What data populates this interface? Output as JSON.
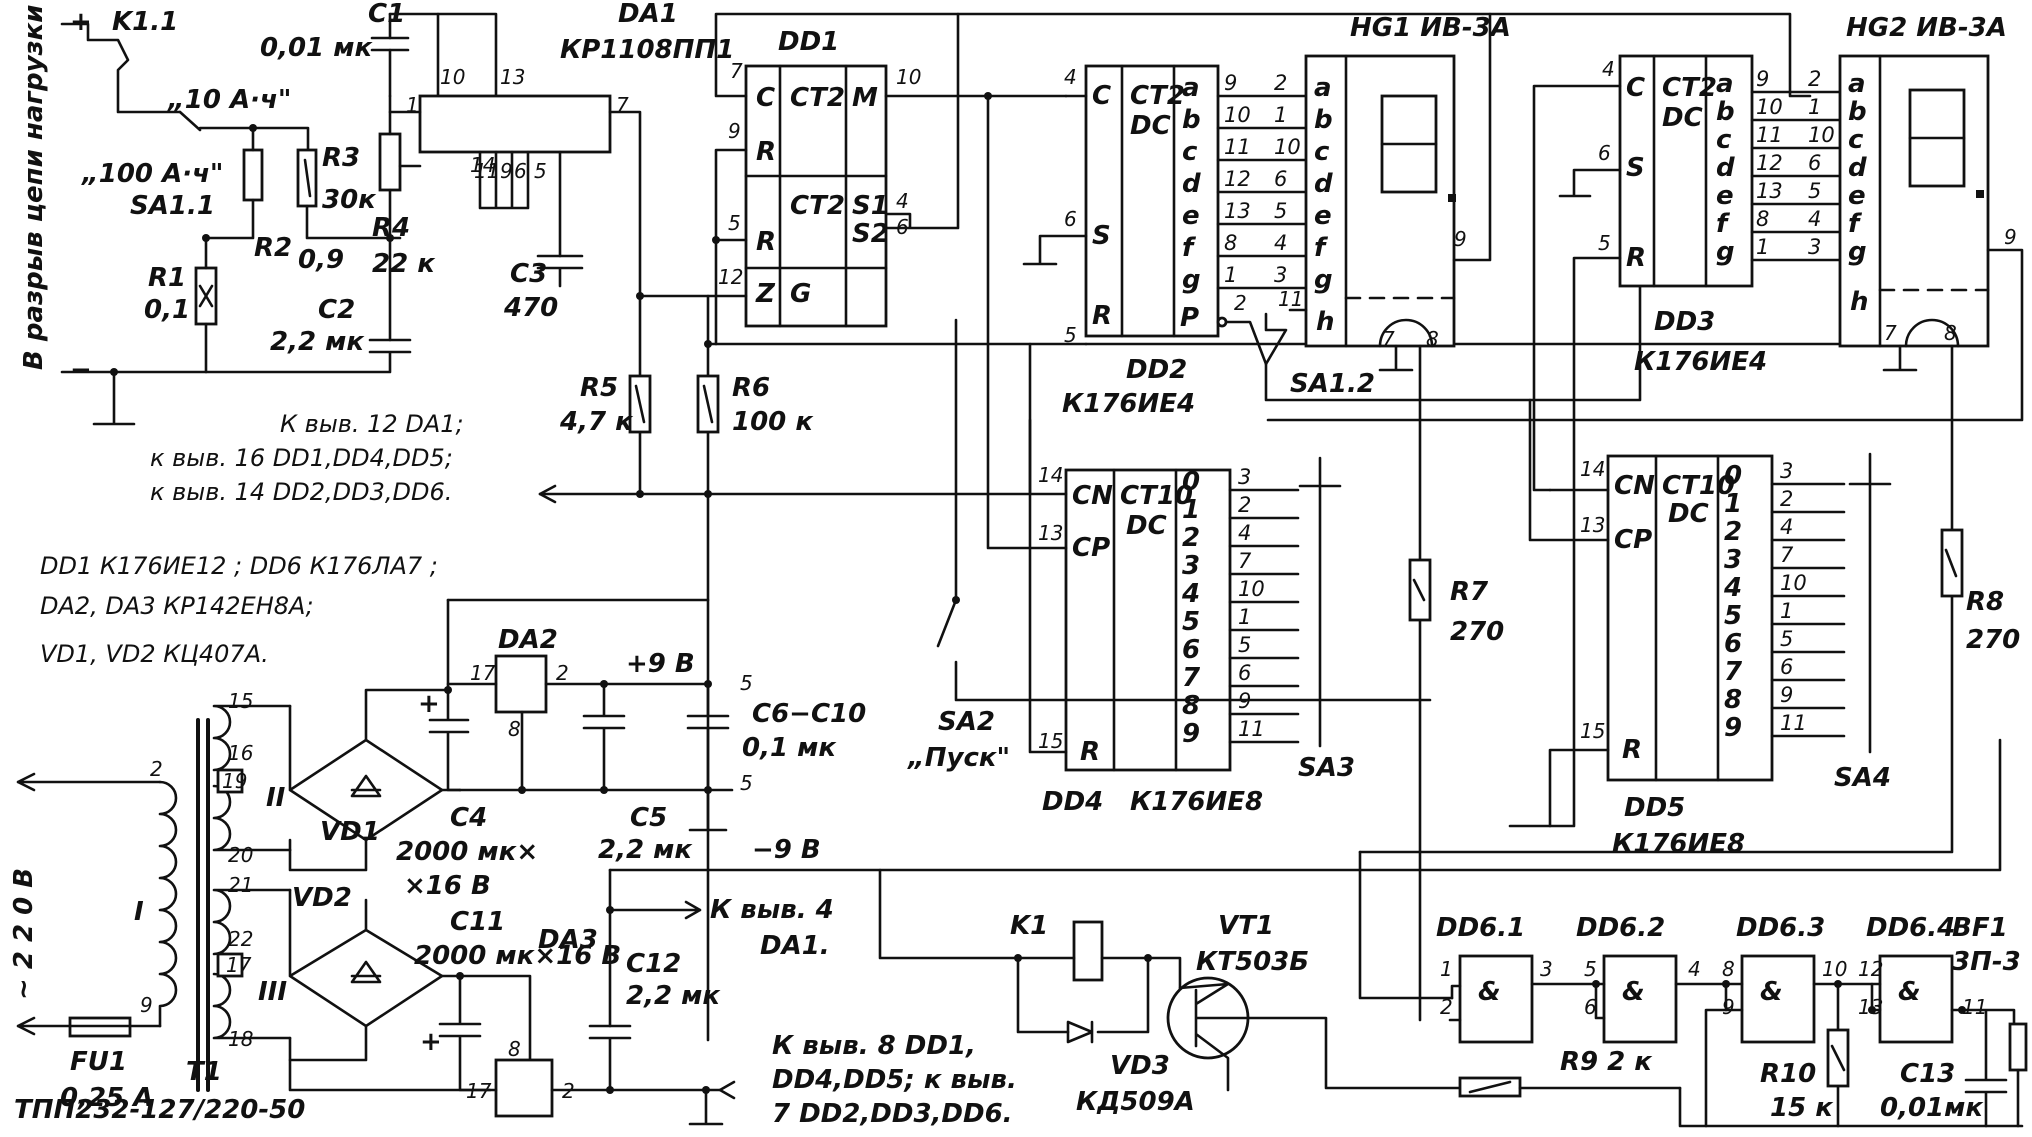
{
  "supply_plus": "+",
  "supply_minus": "−",
  "load_break_label": "В разрыв цепи нагрузки",
  "k11": "K1.1",
  "sa11_pos1": "„10 А·ч\"",
  "sa11_pos2": "„100 А·ч\"",
  "sa11": "SA1.1",
  "r1": "R1",
  "r1_val": "0,1",
  "r2": "R2",
  "r2_val": "0,9",
  "r3": "R3",
  "r3_val": "30к",
  "r4": "R4",
  "r4_val": "22 к",
  "c1": "C1",
  "c1_val": "0,01 мк",
  "c2": "C2",
  "c2_val": "2,2 мк",
  "c3": "C3",
  "c3_val": "470",
  "da1": "DA1",
  "da1_type": "КР1108ПП1",
  "dd1": "DD1",
  "dd2": "DD2",
  "dd2_type": "К176ИЕ4",
  "dd3": "DD3",
  "dd3_type": "К176ИЕ4",
  "dd4": "DD4",
  "dd4_type": "К176ИЕ8",
  "dd5": "DD5",
  "dd5_type": "К176ИЕ8",
  "hg1": "HG1  ИВ-3А",
  "hg2": "HG2  ИВ-3А",
  "sa12": "SA1.2",
  "sa2": "SA2",
  "sa2_name": "„Пуск\"",
  "sa3": "SA3",
  "sa4": "SA4",
  "r5": "R5",
  "r5_val": "4,7 к",
  "r6": "R6",
  "r6_val": "100 к",
  "r7": "R7",
  "r7_val": "270",
  "r8": "R8",
  "r8_val": "270",
  "r9": "R9  2 к",
  "r10": "R10",
  "r10_val": "15 к",
  "c13": "C13",
  "c13_val": "0,01мк",
  "note1": "К выв. 12  DA1;",
  "note2": "к выв.  16 DD1,DD4,DD5;",
  "note3": "к выв.  14 DD2,DD3,DD6.",
  "parts1": "DD1  К176ИЕ12 ; DD6 К176ЛА7 ;",
  "parts2": "DA2, DA3    КР142ЕН8А;",
  "parts3": "VD1, VD2   КЦ407А.",
  "da2": "DA2",
  "da3": "DA3",
  "plus9": "+9 В",
  "minus9": "−9 В",
  "c6c10": "C6−C10",
  "c6c10_val": "0,1 мк",
  "c4": "C4",
  "c4_val1": "2000 мк×",
  "c4_val2": "×16 В",
  "c5": "C5",
  "c5_val": "2,2 мк",
  "c11": "C11",
  "c11_val": "2000 мк×16 В",
  "c12": "C12",
  "c12_val": "2,2 мк",
  "to_da1": "К выв. 4",
  "to_da1b": "DA1.",
  "note_gnd1": "К выв. 8  DD1,",
  "note_gnd2": "DD4,DD5; к выв.",
  "note_gnd3": "7  DD2,DD3,DD6.",
  "mains": "~ 2 2 0  В",
  "fu1": "FU1",
  "fu1_val": "0,25 А",
  "t1": "T1",
  "t1_type": "ТПП232-127/220-50",
  "vd1": "VD1",
  "vd2": "VD2",
  "vd3": "VD3",
  "vd3_type": "КД509А",
  "k1": "K1",
  "vt1": "VT1",
  "vt1_type": "КТ503Б",
  "dd61": "DD6.1",
  "dd62": "DD6.2",
  "dd63": "DD6.3",
  "dd64": "DD6.4",
  "bf1": "BF1",
  "bf1_type": "3П-3",
  "ct2": "CT2",
  "ct10": "CT10",
  "dc": "DC",
  "seg_letters": [
    "a",
    "b",
    "c",
    "d",
    "e",
    "f",
    "g"
  ],
  "dd2_seg_pins": [
    "9",
    "10",
    "11",
    "12",
    "13",
    "8",
    "1"
  ],
  "hg1_seg_pins": [
    "2",
    "1",
    "10",
    "6",
    "5",
    "4",
    "3"
  ],
  "dc_outputs": [
    "0",
    "1",
    "2",
    "3",
    "4",
    "5",
    "6",
    "7",
    "8",
    "9"
  ],
  "dd4_out_pins": [
    "3",
    "2",
    "4",
    "7",
    "10",
    "1",
    "5",
    "6",
    "9",
    "11"
  ]
}
